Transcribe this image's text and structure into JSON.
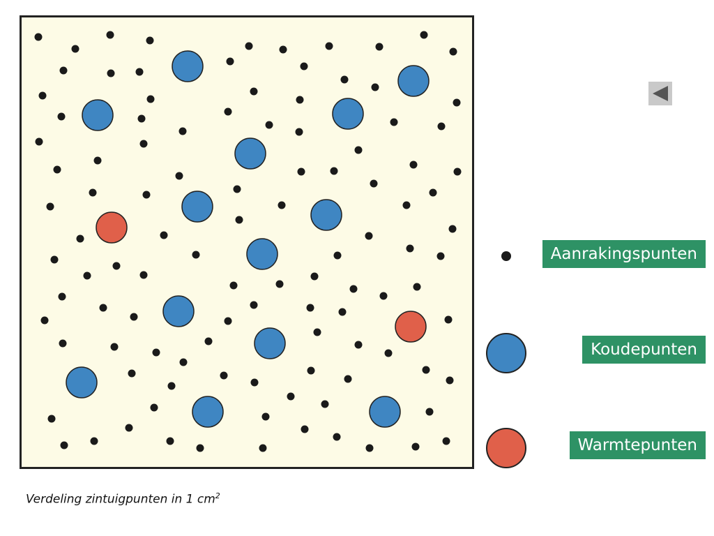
{
  "colors": {
    "panel_background": "#fdfbe6",
    "border": "#222222",
    "touch_dot": "#1a1a1a",
    "cold_point": "#3f86c2",
    "warm_point": "#e0604a",
    "legend_background": "#2e9265",
    "back_button": "#c9c9c9",
    "back_arrow": "#555555"
  },
  "legend": {
    "touch_label": "Aanrakingspunten",
    "cold_label": "Koudepunten",
    "warm_label": "Warmtepunten"
  },
  "caption": {
    "text": "Verdeling zintuigpunten in 1 cm",
    "superscript": "2"
  },
  "icons": {
    "back": "triangle-left-icon"
  }
}
